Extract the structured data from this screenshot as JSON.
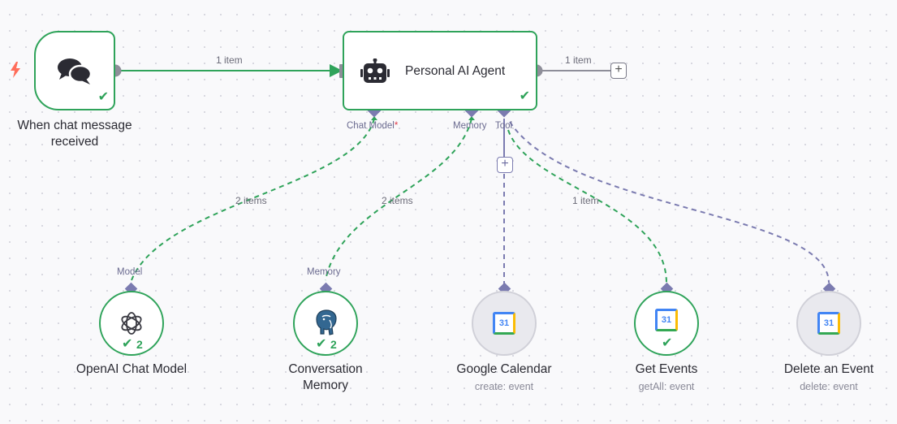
{
  "canvas": {
    "connections": {
      "trigger_to_agent": "1 item",
      "agent_out": "1 item",
      "model_link": "2 items",
      "memory_link": "2 items",
      "get_events_link": "1 item"
    }
  },
  "trigger": {
    "title_line1": "When chat message",
    "title_line2": "received",
    "icon": "chat-bubbles-icon",
    "status": "success"
  },
  "agent": {
    "title": "Personal AI Agent",
    "icon": "robot-icon",
    "ports": {
      "chat_model": "Chat Model",
      "chat_model_required": "*",
      "memory": "Memory",
      "tool": "Tool"
    }
  },
  "subnodes": [
    {
      "id": "openai",
      "title": "OpenAI Chat Model",
      "port_label": "Model",
      "badge": "2",
      "icon": "openai-icon",
      "status": "success"
    },
    {
      "id": "memory",
      "title_line1": "Conversation",
      "title_line2": "Memory",
      "port_label": "Memory",
      "badge": "2",
      "icon": "postgres-elephant-icon",
      "status": "success"
    },
    {
      "id": "gcal",
      "title": "Google Calendar",
      "subtitle": "create: event",
      "icon": "google-calendar-icon",
      "status": "idle"
    },
    {
      "id": "get_events",
      "title": "Get Events",
      "subtitle": "getAll: event",
      "icon": "google-calendar-icon",
      "status": "success"
    },
    {
      "id": "delete_event",
      "title": "Delete an Event",
      "subtitle": "delete: event",
      "icon": "google-calendar-icon",
      "status": "idle"
    }
  ],
  "calendar_icon_text": "31",
  "colors": {
    "success": "#2fa35a",
    "edge": "#8e8e99",
    "tool_edge": "#7b7bb0",
    "trigger_bolt": "#ff6d5a"
  }
}
